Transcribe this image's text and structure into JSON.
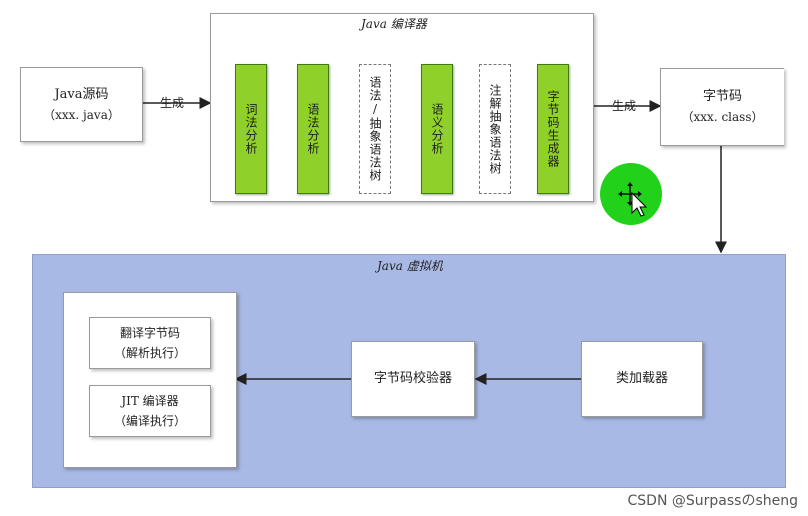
{
  "compiler": {
    "title": "Java 编译器",
    "stages": [
      {
        "label": "词法分析",
        "style": "solid"
      },
      {
        "label": "语法分析",
        "style": "solid"
      },
      {
        "label": "语法/抽象语法树",
        "style": "dashed"
      },
      {
        "label": "语义分析",
        "style": "solid"
      },
      {
        "label": "注解抽象语法树",
        "style": "dashed"
      },
      {
        "label": "字节码生成器",
        "style": "solid"
      }
    ]
  },
  "source": {
    "line1": "Java源码",
    "line2": "（xxx. java）"
  },
  "output": {
    "line1": "字节码",
    "line2": "（xxx. class）"
  },
  "arrows": {
    "generate_in": "生成",
    "generate_out": "生成"
  },
  "jvm": {
    "title": "Java 虚拟机",
    "class_loader": "类加载器",
    "bytecode_verifier": "字节码校验器",
    "interpreter": {
      "line1": "翻译字节码",
      "line2": "（解析执行）"
    },
    "jit": {
      "line1": "JIT 编译器",
      "line2": "（编译执行）"
    }
  },
  "watermark": "CSDN @Surpassのsheng",
  "colors": {
    "stage_green": "#8fd12a",
    "jvm_background": "#a8b9e6",
    "cursor_highlight": "#22d21a"
  }
}
